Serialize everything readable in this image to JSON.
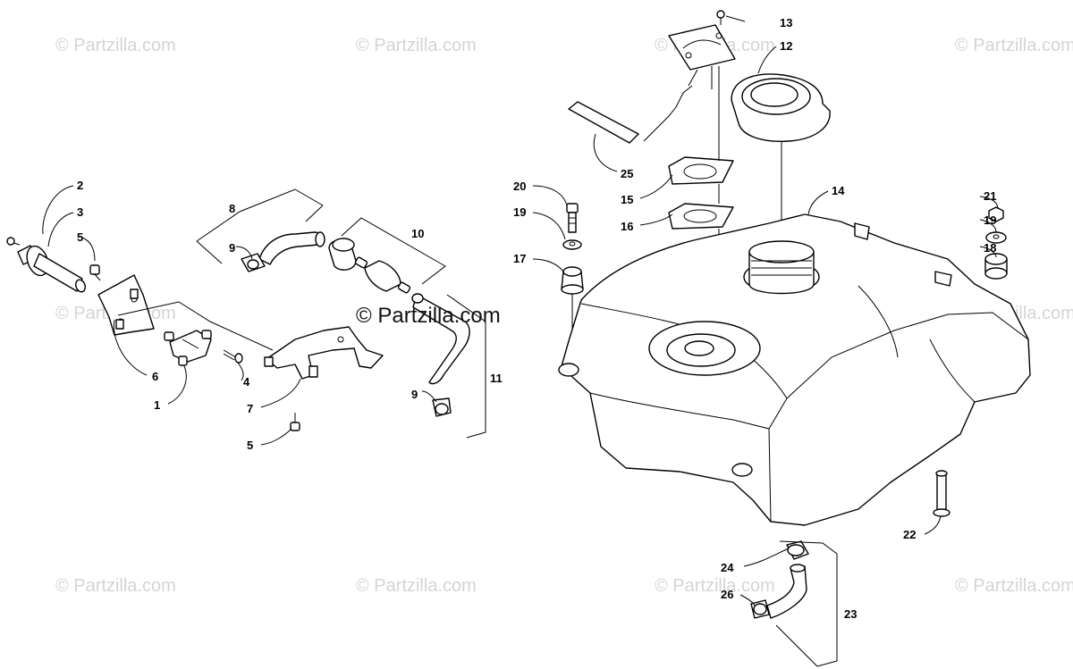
{
  "watermarks": {
    "text": "© Partzilla.com",
    "center_text": "© Partzilla.com"
  },
  "callouts": {
    "c1": "1",
    "c2": "2",
    "c3": "3",
    "c4": "4",
    "c5a": "5",
    "c5b": "5",
    "c6": "6",
    "c7": "7",
    "c8": "8",
    "c9a": "9",
    "c9b": "9",
    "c10": "10",
    "c11": "11",
    "c12": "12",
    "c13": "13",
    "c14": "14",
    "c15": "15",
    "c16": "16",
    "c17": "17",
    "c18": "18",
    "c19a": "19",
    "c19b": "19",
    "c20": "20",
    "c21": "21",
    "c22": "22",
    "c23": "23",
    "c24": "24",
    "c25": "25",
    "c26": "26"
  },
  "colors": {
    "line": "#000000",
    "watermark": "#d4d4d4",
    "background": "#ffffff"
  }
}
